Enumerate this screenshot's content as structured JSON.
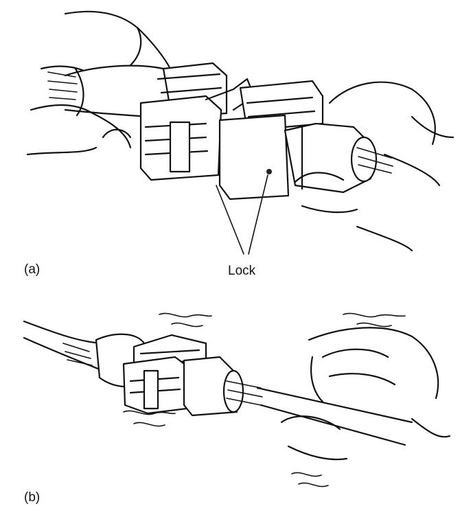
{
  "panels": [
    {
      "id": "a",
      "label": "(a)",
      "callout": "Lock"
    },
    {
      "id": "b",
      "label": "(b)"
    }
  ],
  "colors": {
    "ink": "#111111",
    "paper": "#ffffff"
  }
}
